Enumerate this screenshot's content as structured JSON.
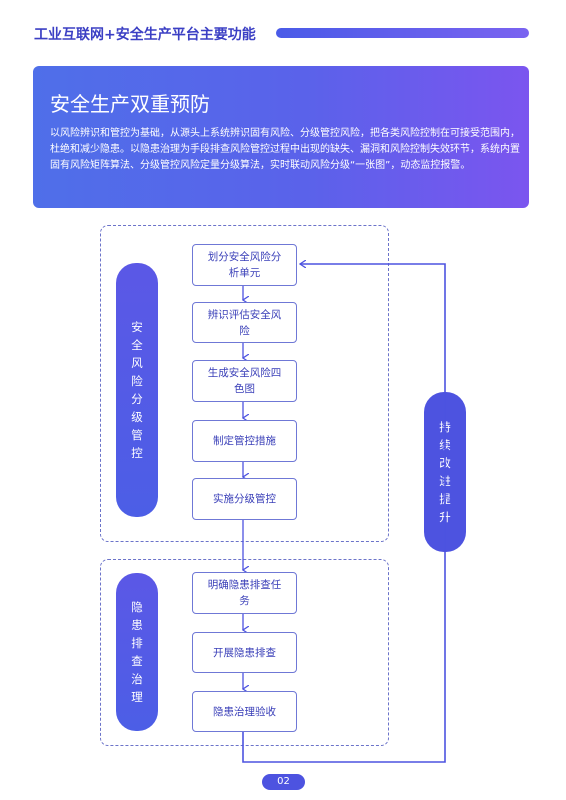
{
  "header": {
    "title": "工业互联网+安全生产平台主要功能"
  },
  "banner": {
    "title": "安全生产双重预防",
    "body": "以风险辨识和管控为基础，从源头上系统辨识固有风险、分级管控风险，把各类风险控制在可接受范围内，杜绝和减少隐患。以隐患治理为手段排查风险管控过程中出现的缺失、漏洞和风险控制失效环节，系统内置固有风险矩阵算法、分级管控风险定量分级算法，实时联动风险分级“一张图”，动态监控报警。"
  },
  "groups": {
    "risk": {
      "label": [
        "安",
        "全",
        "风",
        "险",
        "分",
        "级",
        "管",
        "控"
      ]
    },
    "hazard": {
      "label": [
        "隐",
        "患",
        "排",
        "查",
        "治",
        "理"
      ]
    },
    "improve": {
      "label": [
        "持",
        "续",
        "改",
        "进",
        "提",
        "升"
      ]
    }
  },
  "steps": {
    "risk": [
      "划分安全风险分析单元",
      "辨识评估安全风险",
      "生成安全风险四色图",
      "制定管控措施",
      "实施分级管控"
    ],
    "hazard": [
      "明确隐患排查任务",
      "开展隐患排查",
      "隐患治理验收"
    ]
  },
  "footer": {
    "page_number": "02"
  },
  "colors": {
    "accent": "#4d53e0",
    "gradient_start": "#4f6fe9",
    "gradient_end": "#7b55ef"
  }
}
